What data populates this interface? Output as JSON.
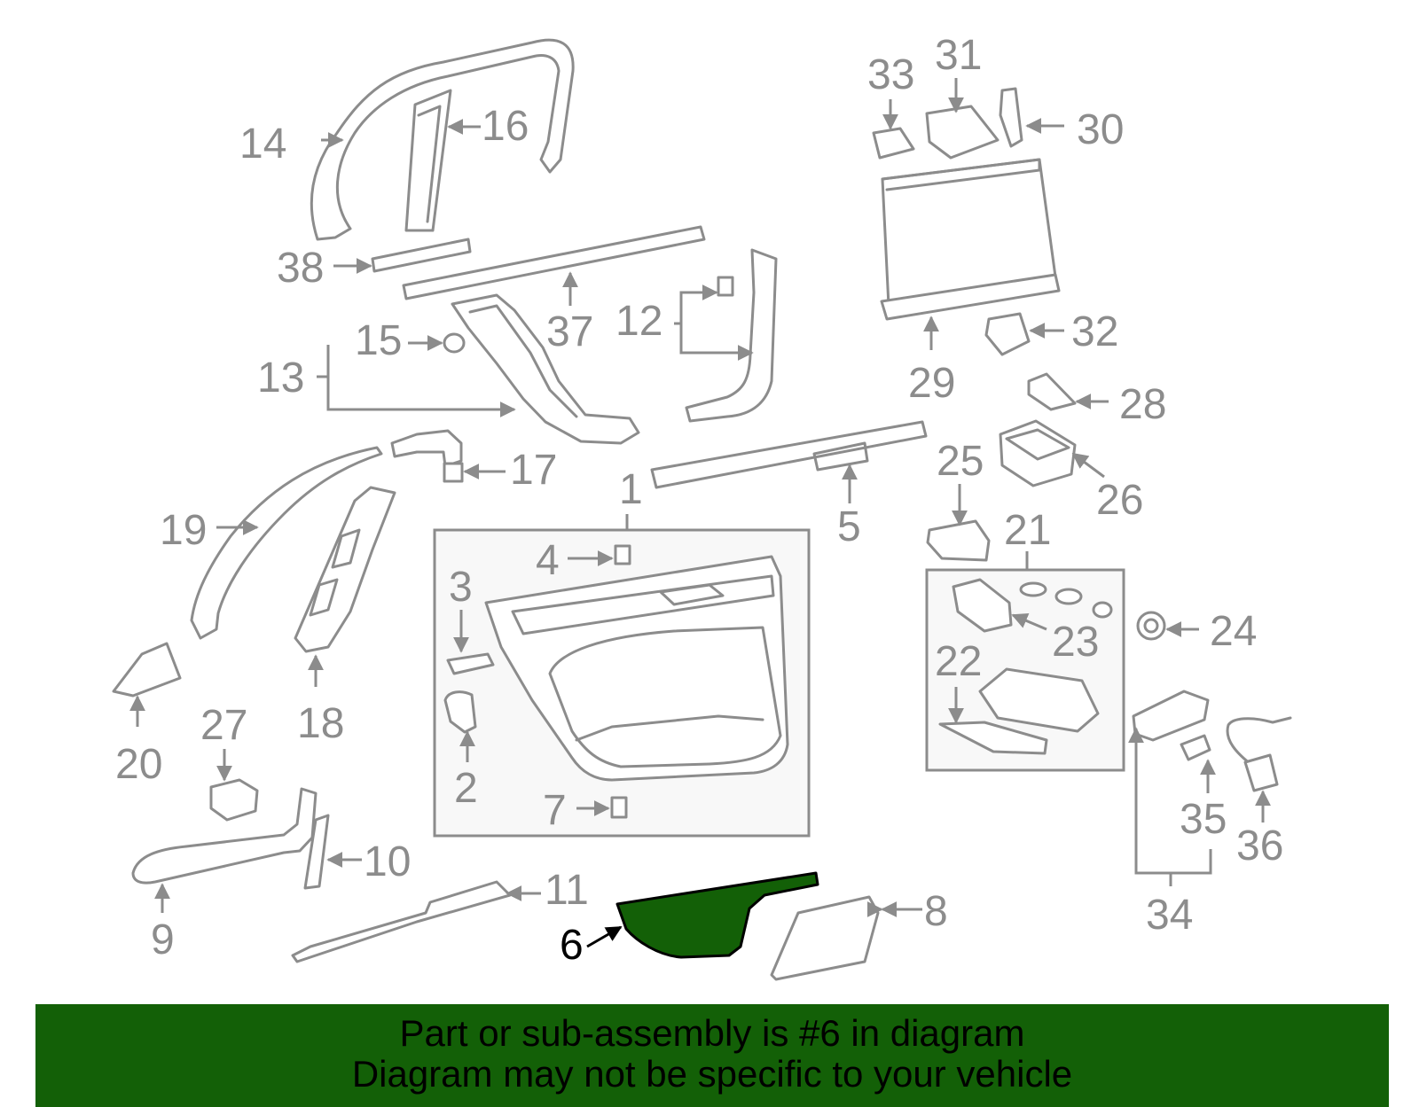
{
  "diagram": {
    "highlighted_part": "6",
    "highlight_color": "#136007",
    "callouts": {
      "c1": "1",
      "c2": "2",
      "c3": "3",
      "c4": "4",
      "c5": "5",
      "c6": "6",
      "c7": "7",
      "c8": "8",
      "c9": "9",
      "c10": "10",
      "c11": "11",
      "c12": "12",
      "c13": "13",
      "c14": "14",
      "c15": "15",
      "c16": "16",
      "c17": "17",
      "c18": "18",
      "c19": "19",
      "c20": "20",
      "c21": "21",
      "c22": "22",
      "c23": "23",
      "c24": "24",
      "c25": "25",
      "c26": "26",
      "c27": "27",
      "c28": "28",
      "c29": "29",
      "c30": "30",
      "c31": "31",
      "c32": "32",
      "c33": "33",
      "c34": "34",
      "c35": "35",
      "c36": "36",
      "c37": "37",
      "c38": "38"
    }
  },
  "banner": {
    "line1": "Part or sub-assembly is #6 in diagram",
    "line2": "Diagram may not be specific to your vehicle",
    "color": "#136007"
  }
}
